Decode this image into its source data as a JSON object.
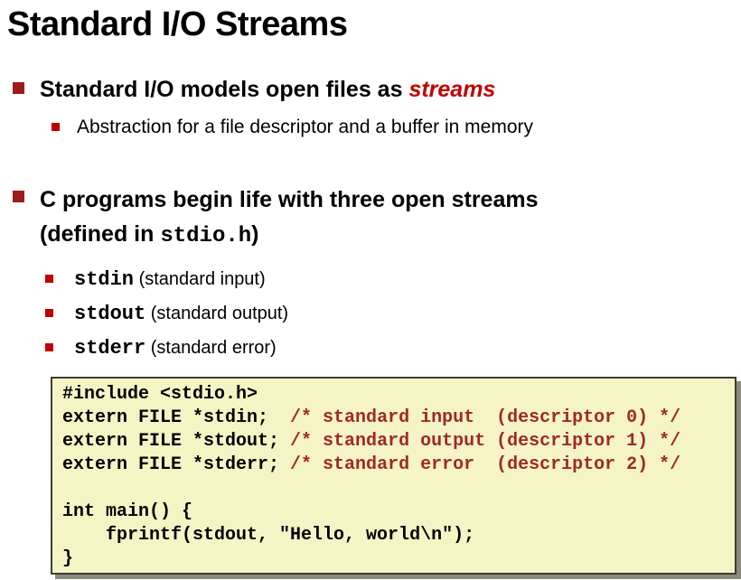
{
  "slide": {
    "title": "Standard I/O Streams",
    "bullet1": {
      "text": "Standard I/O models open files as ",
      "emphasis": "streams",
      "sub": "Abstraction for a file descriptor and a buffer in memory"
    },
    "bullet2": {
      "line1": "C programs begin life with three open streams",
      "line2_before": "(defined in ",
      "line2_mono": "stdio.h",
      "line2_after": ")",
      "subs": [
        {
          "mono": "stdin",
          "rest": " (standard input)"
        },
        {
          "mono": "stdout",
          "rest": " (standard output)"
        },
        {
          "mono": "stderr",
          "rest": " (standard error)"
        }
      ]
    },
    "code": {
      "lines": [
        {
          "code": "#include <stdio.h>",
          "comment": ""
        },
        {
          "code": "extern FILE *stdin;  ",
          "comment": "/* standard input  (descriptor 0) */"
        },
        {
          "code": "extern FILE *stdout; ",
          "comment": "/* standard output (descriptor 1) */"
        },
        {
          "code": "extern FILE *stderr; ",
          "comment": "/* standard error  (descriptor 2) */"
        },
        {
          "code": "",
          "comment": ""
        },
        {
          "code": "int main() {",
          "comment": ""
        },
        {
          "code": "    fprintf(stdout, \"Hello, world\\n\");",
          "comment": ""
        },
        {
          "code": "}",
          "comment": ""
        }
      ]
    },
    "colors": {
      "accent_maroon": "#9E1B1B",
      "accent_red": "#C00000",
      "comment_red": "#A02828",
      "code_bg": "#F5F4C5",
      "code_border": "#3C3C34",
      "code_shadow": "#8B8B7D"
    }
  }
}
